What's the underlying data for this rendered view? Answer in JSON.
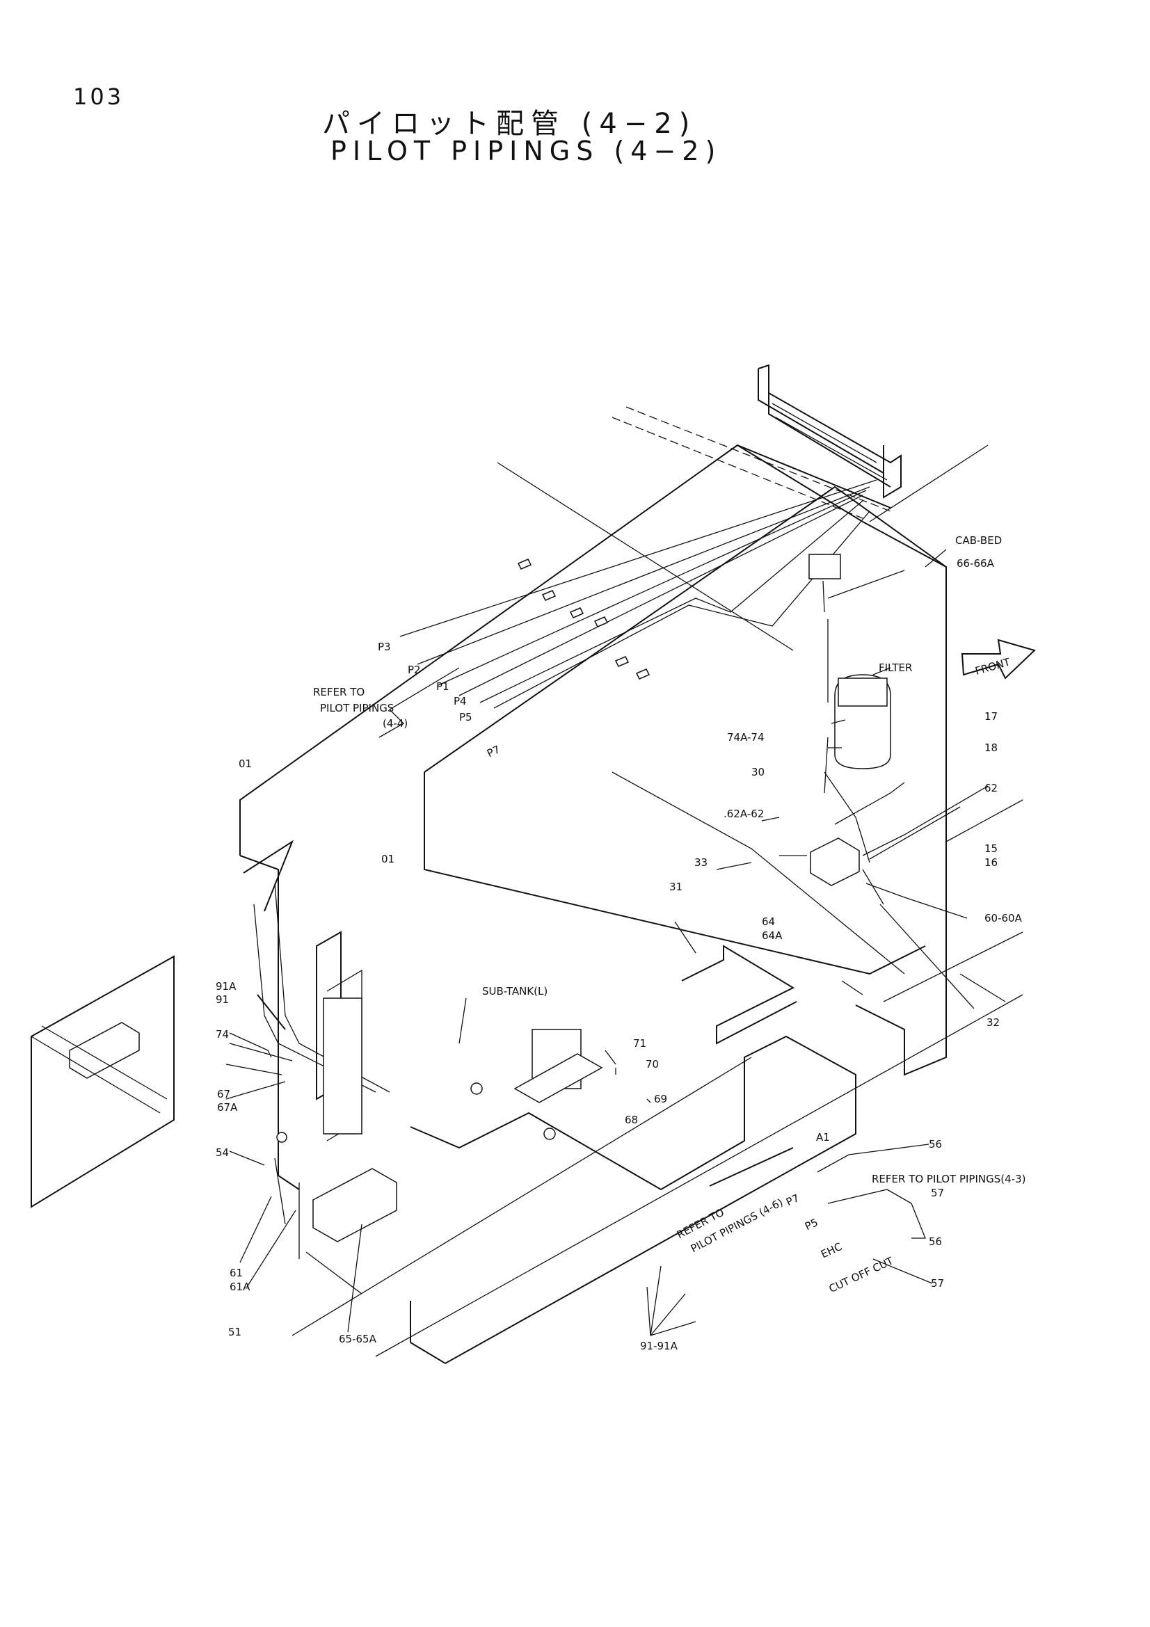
{
  "page": {
    "number": "103",
    "title_jp": "パイロット配管 (4−2)",
    "title_en": "PILOT PIPINGS (4−2)"
  },
  "callouts": {
    "cab_bed": "CAB-BED",
    "c66": "66-66A",
    "filter": "FILTER",
    "front": "FRONT",
    "c17": "17",
    "c18": "18",
    "c62": "62",
    "c15": "15",
    "c16": "16",
    "c60": "60-60A",
    "c32": "32",
    "c74a": "74A-74",
    "c30": "30",
    "c62a": ".62A-62",
    "c33": "33",
    "c31": "31",
    "c64": "64",
    "c64a": "64A",
    "p3": "P3",
    "p2": "P2",
    "p1": "P1",
    "p4": "P4",
    "p5": "P5",
    "p7": "P7",
    "refer_44_a": "REFER TO",
    "refer_44_b": "PILOT PIPINGS",
    "refer_44_c": "(4-4)",
    "c01_a": "01",
    "c01_b": "01",
    "sub_tank": "SUB-TANK(L)",
    "c71": "71",
    "c70": "70",
    "c69": "69",
    "c68": "68",
    "c91a": "91A",
    "c91": "91",
    "c74": "74",
    "c67": "67",
    "c67a": "67A",
    "c54": "54",
    "c61": "61",
    "c61a": "61A",
    "c51": "51",
    "c65": "65-65A",
    "a1": "A1",
    "refer_46_a": "REFER TO",
    "refer_46_b": "PILOT PIPINGS (4-6)",
    "refer_43": "REFER TO PILOT PIPINGS(4-3)",
    "c56_a": "56",
    "c57_a": "57",
    "c56_b": "56",
    "c57_b": "57",
    "p7_b": "P7",
    "p5_b": "P5",
    "ehc": "EHC",
    "cut_off": "CUT OFF CUT",
    "c91_91a": "91-91A"
  }
}
